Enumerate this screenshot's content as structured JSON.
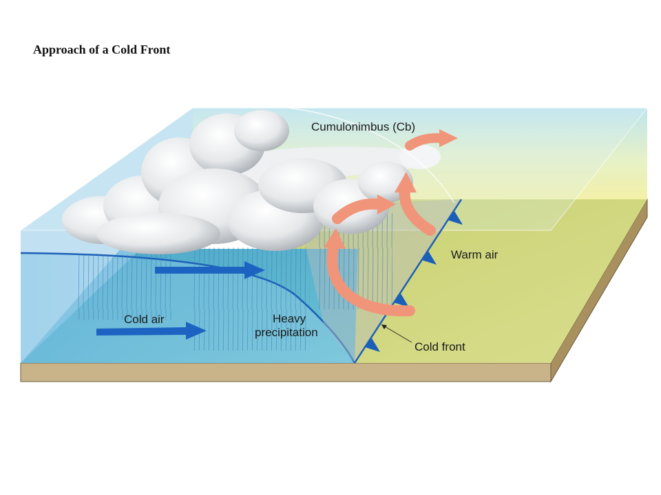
{
  "slide": {
    "title": "Approach of a Cold Front"
  },
  "labels": {
    "cumulonimbus": "Cumulonimbus (Cb)",
    "warm_air": "Warm air",
    "cold_air": "Cold air",
    "heavy_precipitation_line1": "Heavy",
    "heavy_precipitation_line2": "precipitation",
    "cold_front": "Cold front"
  },
  "colors": {
    "cold_air_water": "#5fb4d0",
    "warm_air_land": "#c9d77a",
    "sky_top": "#bfe4ee",
    "sky_bottom": "#f3f0a8",
    "front_line": "#1b5fb8",
    "cold_arrow": "#1c63c2",
    "warm_arrow": "#f0957a",
    "ground": "#c9b48a"
  },
  "icons": {
    "cold_front_symbol": "blue-triangle-front-marker",
    "warm_flow": "curved-salmon-arrow",
    "cold_flow": "straight-blue-arrow"
  }
}
